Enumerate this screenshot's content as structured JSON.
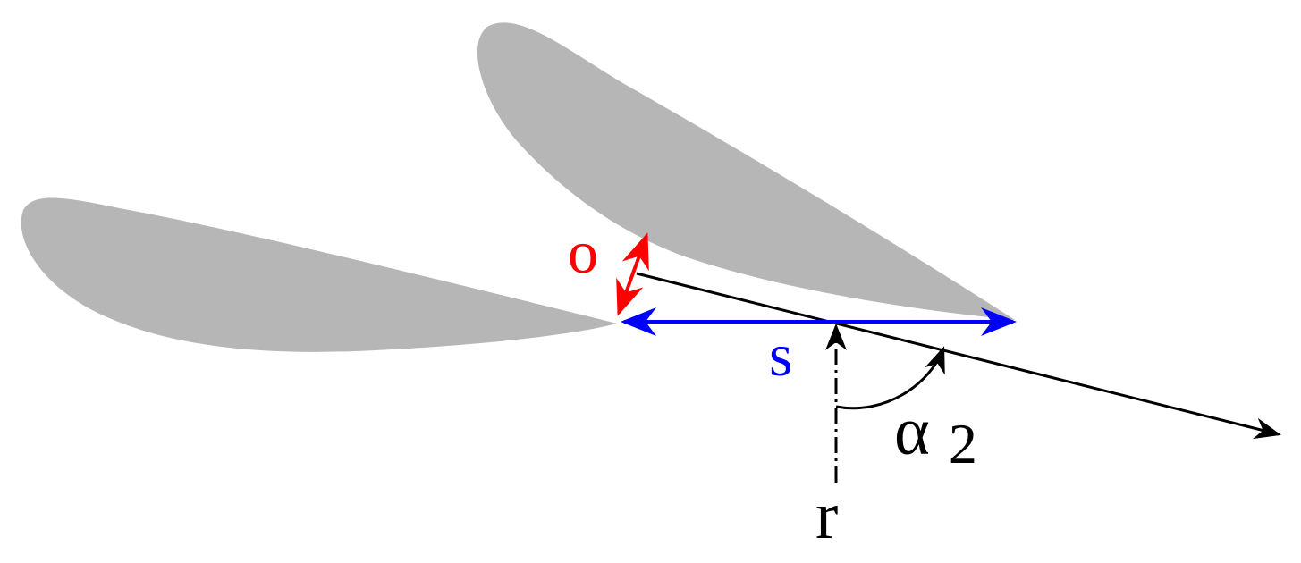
{
  "labels": {
    "overlap": "o",
    "stagger": "s",
    "angle_symbol": "α",
    "angle_subscript": "2",
    "reference": "r"
  },
  "colors": {
    "airfoil": "#b6b6b6",
    "overlap_arrow": "#ff0000",
    "stagger_arrow": "#0000ff",
    "line": "#000000",
    "background": "#ffffff"
  }
}
